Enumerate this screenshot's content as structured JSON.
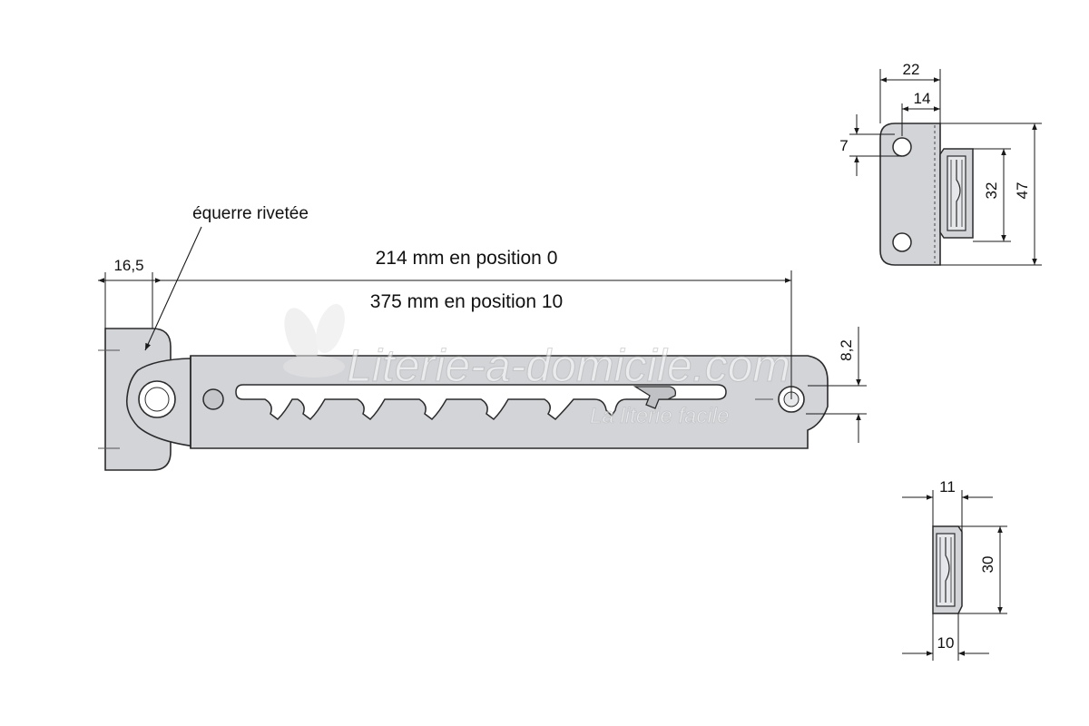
{
  "annotations": {
    "riveted_bracket": "équerre rivetée",
    "length_pos0": "214 mm en position 0",
    "length_pos10": "375 mm en position 10"
  },
  "dimensions": {
    "bracket_offset": "16,5",
    "hole_offset": "8,2",
    "end_width": "22",
    "end_inner": "14",
    "end_hole_top": "7",
    "end_hole_spacing": "32",
    "end_height": "47",
    "clip_width": "11",
    "clip_height": "30",
    "clip_base": "10"
  },
  "watermark": {
    "main": "Literie-a-domicile.com",
    "tagline": "La literie facile"
  },
  "colors": {
    "part_fill": "#d2d4d8",
    "part_stroke": "#2b2b2b",
    "dim_line": "#1a1a1a"
  }
}
